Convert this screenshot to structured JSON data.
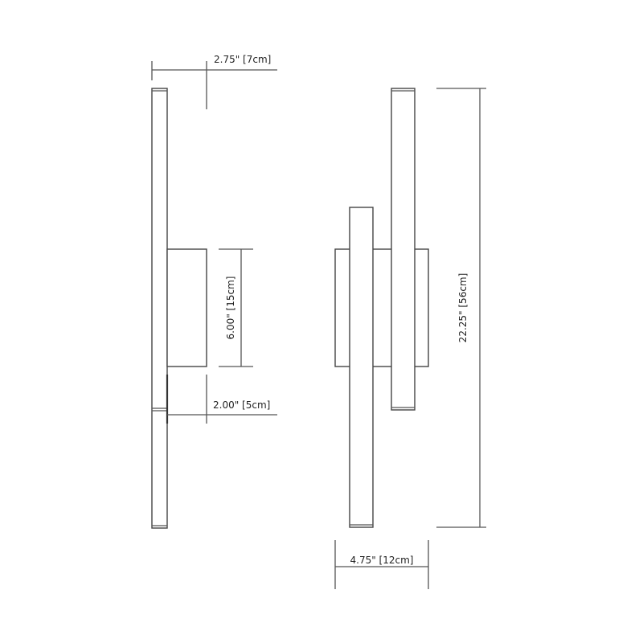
{
  "dimensions": {
    "depth": "2.75\" [7cm]",
    "plate_height": "6.00\" [15cm]",
    "offset": "2.00\" [5cm]",
    "overall_height": "22.25\" [56cm]",
    "width": "4.75\" [12cm]"
  }
}
